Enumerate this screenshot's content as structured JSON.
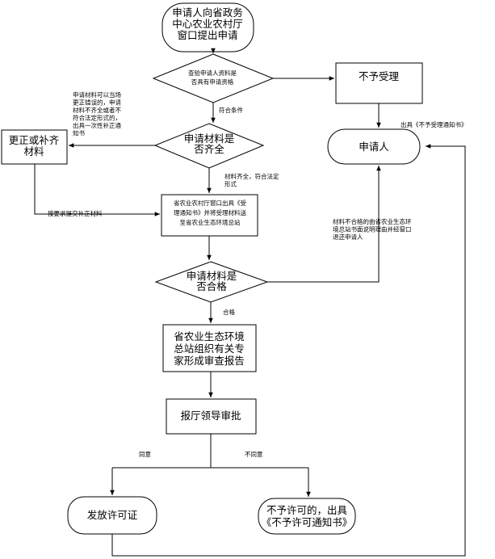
{
  "nodes": {
    "start": [
      "申请人向省政务",
      "中心农业农村厅",
      "窗口提出申请"
    ],
    "check_docs": [
      "查验申请人资料是",
      "否具有申请资格"
    ],
    "reject": [
      "不予受理"
    ],
    "applicant": [
      "申请人"
    ],
    "correct": [
      "更正或补齐",
      "材料"
    ],
    "complete": [
      "申请材料是",
      "否齐全"
    ],
    "accept_send": [
      "省农业农村厅窗口出具《受",
      "理通知书》并将受理材料送",
      "至省农业生态环境总站"
    ],
    "qualified": [
      "申请材料是",
      "否合格"
    ],
    "review": [
      "省农业生态环境",
      "总站组织有关专",
      "家形成审查报告"
    ],
    "approval": [
      "报厅领导审批"
    ],
    "issue": [
      "发放许可证"
    ],
    "deny": [
      "不予许可的，出具",
      "《不予许可通知书》"
    ]
  },
  "labels": {
    "meets_conditions": [
      "符合条件"
    ],
    "correction_note": [
      "申请材料可以当场",
      "更正错误的，申请",
      "材料不齐全或者不",
      "符合法定形式的，",
      "出具一次性补正通",
      "知书"
    ],
    "reject_notice": [
      "出具《不予受理通知书》"
    ],
    "complete_yes": [
      "材料齐全，符合法定",
      "形式"
    ],
    "resubmit": [
      "按要求提交补正材料"
    ],
    "unqualified_note": [
      "材料不合格的由省农业生态环",
      "境总站书面说明理由并经窗口",
      "退还申请人"
    ],
    "qualified_yes": [
      "合格"
    ],
    "agree": [
      "同意"
    ],
    "disagree": [
      "不同意"
    ]
  }
}
